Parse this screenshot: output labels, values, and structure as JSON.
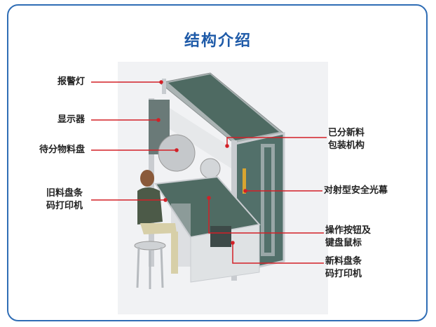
{
  "title": "结构介绍",
  "labels": {
    "alarm_lamp": "报警灯",
    "monitor": "显示器",
    "tray_to_sort": "待分物料盘",
    "old_tray_printer_1": "旧料盘条",
    "old_tray_printer_2": "码打印机",
    "packed_mechanism_1": "已分新料",
    "packed_mechanism_2": "包装机构",
    "safety_light_curtain": "对射型安全光幕",
    "controls_1": "操作按钮及",
    "controls_2": "键盘鼠标",
    "new_tray_printer_1": "新料盘条",
    "new_tray_printer_2": "码打印机"
  },
  "colors": {
    "accent": "#1e5aa8",
    "border": "#2f6db5",
    "leader": "#d32027",
    "panel": "#4f6b63",
    "frame": "#c9ccd0"
  }
}
